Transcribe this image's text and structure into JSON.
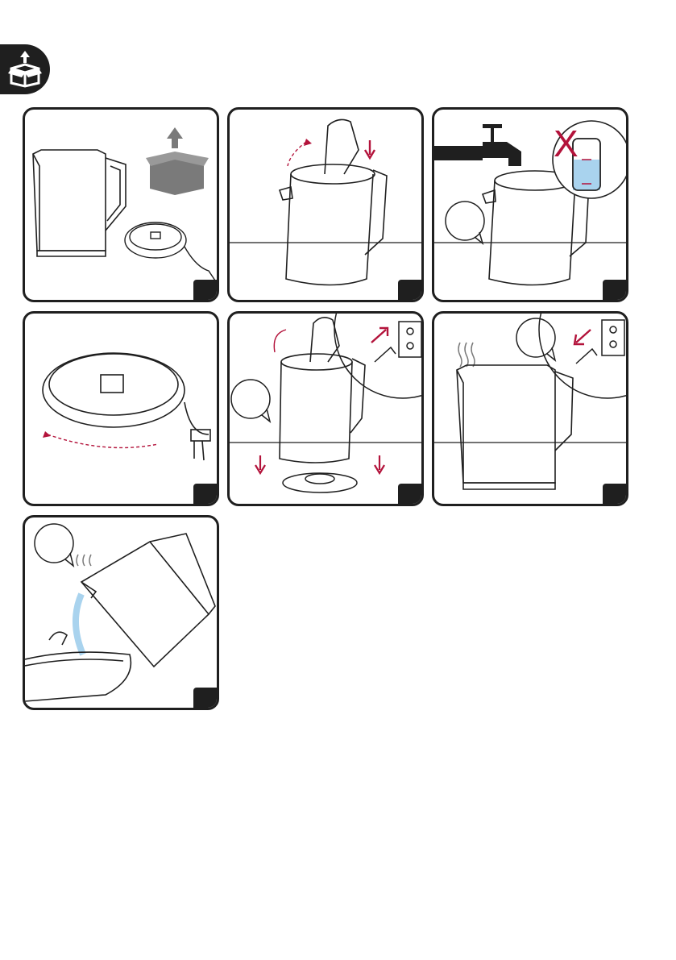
{
  "header": {
    "icon": "unpack-box-icon"
  },
  "colors": {
    "accent": "#b3133b",
    "ink": "#1f1f1f",
    "water": "#a9d3ee",
    "gray": "#7a7a7a"
  },
  "steps": [
    {
      "number": "",
      "icon": "unpack-kettle-and-base"
    },
    {
      "number": "",
      "icon": "open-lid"
    },
    {
      "number": "",
      "icon": "no-tap-filling"
    },
    {
      "number": "",
      "icon": "wind-cord-under-base"
    },
    {
      "number": "",
      "icon": "place-on-base-and-plug-in"
    },
    {
      "number": "",
      "icon": "boil-and-unplug"
    },
    {
      "number": "",
      "icon": "discard-first-water"
    }
  ]
}
